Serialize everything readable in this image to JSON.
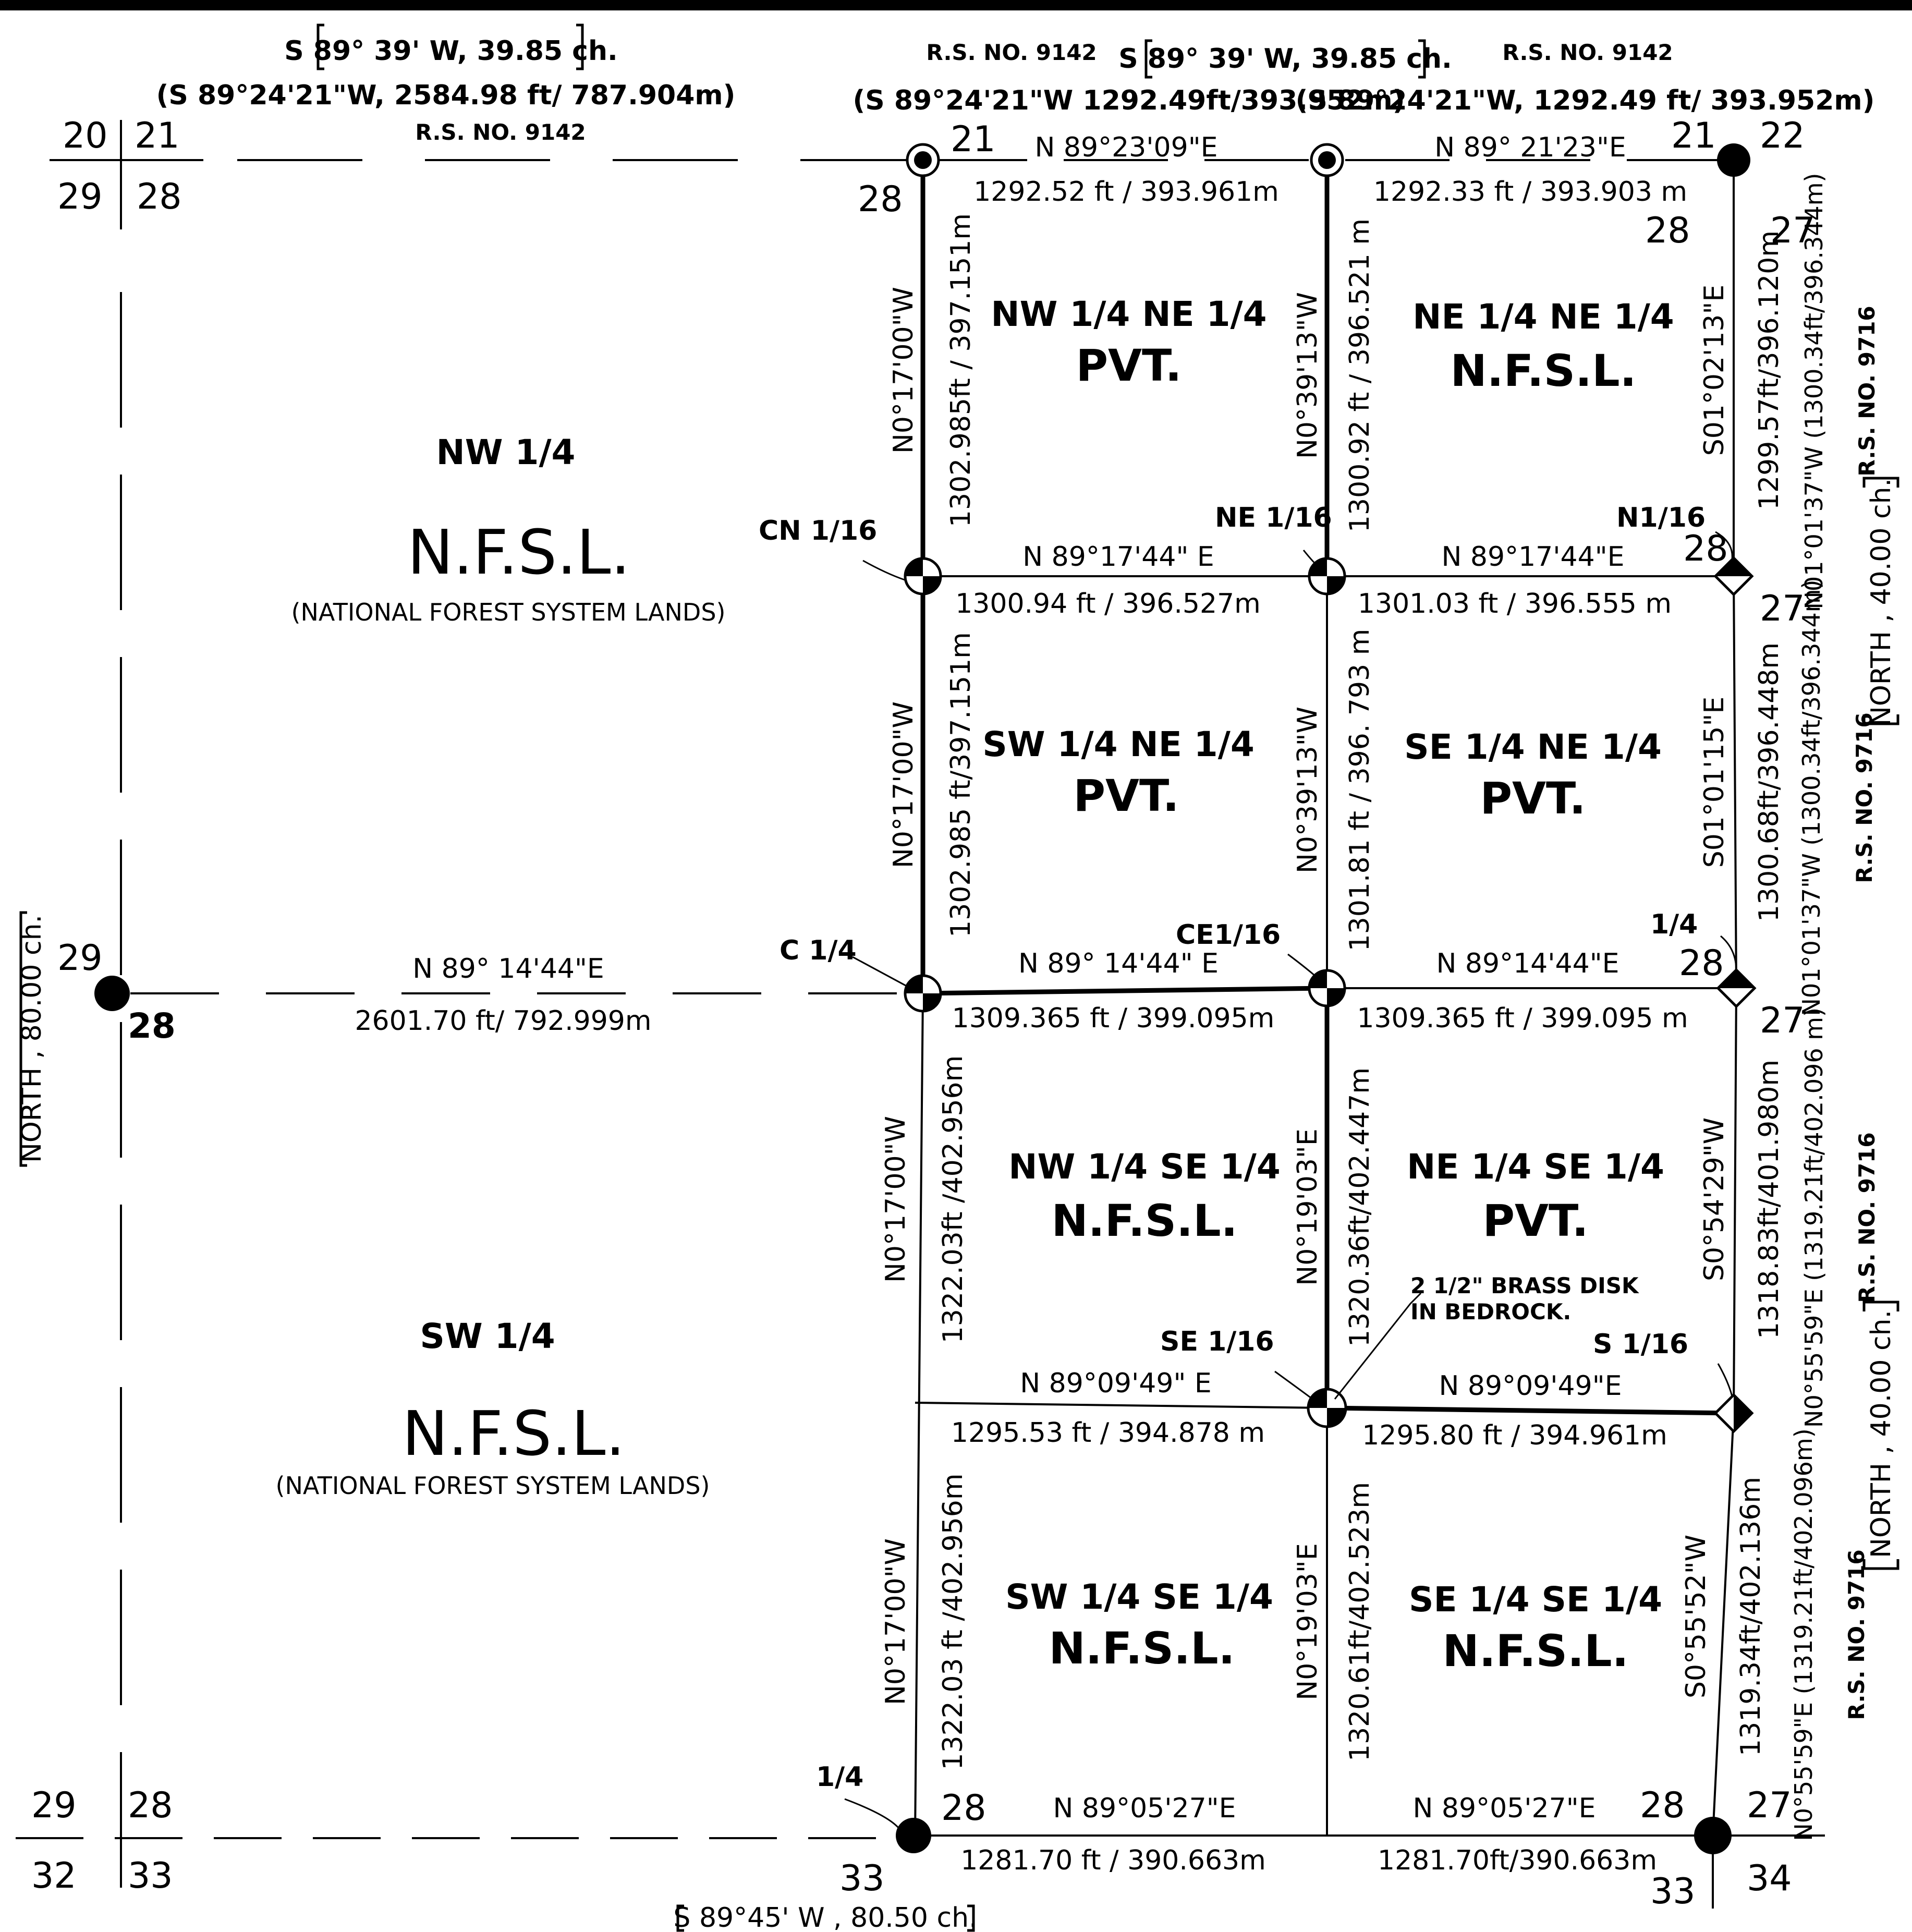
{
  "record_top": {
    "left_bracket": "S 89° 39' W,  39.85 ch.",
    "left_paren": "(S 89°24'21\"W, 2584.98 ft/ 787.904m)",
    "left_rs": "R.S. NO. 9142",
    "mid_rs": "R.S. NO. 9142",
    "mid_bracket": "S 89° 39' W,  39.85 ch.",
    "mid_paren": "(S 89°24'21\"W 1292.49ft/393.952m)",
    "right_rs": "R.S. NO. 9142",
    "right_paren": "(S 89°24'21\"W, 1292.49 ft/ 393.952m)"
  },
  "record_east": {
    "east_upper": {
      "paren": "N01°01'37\"W (1300.34ft/396.344m)",
      "rs": "R.S. NO. 9716"
    },
    "east_upper2": {
      "paren": "N01°01'37\"W (1300.34ft/396.344m)",
      "rs": "R.S. NO. 9716"
    },
    "east_north_upper": "NORTH ,  40.00 ch.",
    "east_lower": {
      "paren": "N0°55'59\"E (1319.21ft/402.096 m)",
      "rs": "R.S. NO. 9716"
    },
    "east_lower2": {
      "paren": "N0°55'59\"E (1319.21ft/402.096m)",
      "rs": "R.S. NO. 9716"
    },
    "east_north_lower": "NORTH ,  40.00 ch."
  },
  "record_west": {
    "north": "NORTH , 80.00 ch."
  },
  "record_bottom": {
    "bracket": "S 89°45' W ,  80.50 ch."
  },
  "section_numbers": {
    "nw_corner": [
      "20",
      "21",
      "29",
      "28"
    ],
    "sw_corner": [
      "29",
      "28",
      "32",
      "33"
    ],
    "top_mid_21": "21",
    "top_mid_28": "28",
    "ne_21": "21",
    "ne_22": "22",
    "ne_28": "28",
    "ne_27": "27",
    "w_quarter_29": "29",
    "w_quarter_28": "28",
    "n116_28": "28",
    "n116_27": "27",
    "e14_28": "28",
    "e14_27": "27",
    "s_quarter_28": "28",
    "s_quarter_33": "33",
    "se_28": "28",
    "se_27": "27",
    "se_33": "33",
    "se_34": "34"
  },
  "corner_labels": {
    "cn116": "CN 1/16",
    "ne116": "NE 1/16",
    "n116": "N1/16",
    "c14": "C 1/4",
    "ce116": "CE1/16",
    "e14": "1/4",
    "se116": "SE 1/16",
    "s116": "S 1/16",
    "s14": "1/4",
    "brass_disk": [
      "2 1/2\" BRASS DISK",
      "IN  BEDROCK."
    ]
  },
  "parcels": {
    "nw14": {
      "name": "NW 1/4",
      "status": "N.F.S.L.",
      "note": "(NATIONAL  FOREST  SYSTEM  LANDS)"
    },
    "sw14": {
      "name": "SW 1/4",
      "status": "N.F.S.L.",
      "note": "(NATIONAL  FOREST  SYSTEM  LANDS)"
    },
    "nwne": {
      "name": "NW 1/4  NE 1/4",
      "status": "PVT."
    },
    "nene": {
      "name": "NE 1/4  NE 1/4",
      "status": "N.F.S.L."
    },
    "swne": {
      "name": "SW 1/4  NE 1/4",
      "status": "PVT."
    },
    "sene": {
      "name": "SE 1/4  NE 1/4",
      "status": "PVT."
    },
    "nwse": {
      "name": "NW 1/4  SE 1/4",
      "status": "N.F.S.L."
    },
    "nese": {
      "name": "NE 1/4  SE 1/4",
      "status": "PVT."
    },
    "swse": {
      "name": "SW 1/4  SE 1/4",
      "status": "N.F.S.L."
    },
    "sese": {
      "name": "SE 1/4  SE 1/4",
      "status": "N.F.S.L."
    }
  },
  "courses": {
    "north_line_w": {
      "bearing": "N 89°23'09\"E",
      "dist": "1292.52 ft / 393.961m"
    },
    "north_line_e": {
      "bearing": "N 89° 21'23\"E",
      "dist": "1292.33 ft / 393.903 m"
    },
    "n116_line_w": {
      "bearing": "N 89°17'44\" E",
      "dist": "1300.94 ft / 396.527m"
    },
    "n116_line_e": {
      "bearing": "N 89°17'44\"E",
      "dist": "1301.03 ft / 396.555 m"
    },
    "quarter_line_w": {
      "bearing": "N 89° 14'44\"E",
      "dist": "2601.70 ft/ 792.999m"
    },
    "quarter_line_c": {
      "bearing": "N 89° 14'44\" E",
      "dist": "1309.365 ft / 399.095m"
    },
    "quarter_line_e": {
      "bearing": "N 89°14'44\"E",
      "dist": "1309.365 ft / 399.095 m"
    },
    "s116_line_w": {
      "bearing": "N 89°09'49\" E",
      "dist": "1295.53 ft / 394.878 m"
    },
    "s116_line_e": {
      "bearing": "N 89°09'49\"E",
      "dist": "1295.80 ft / 394.961m"
    },
    "south_line_w": {
      "bearing": "N 89°05'27\"E",
      "dist": "1281.70 ft / 390.663m"
    },
    "south_line_e": {
      "bearing": "N 89°05'27\"E",
      "dist": "1281.70ft/390.663m"
    },
    "v1_seg1": {
      "bearing": "N0°17'00\"W",
      "dist": "1302.985ft / 397.151m"
    },
    "v1_seg2": {
      "bearing": "N0°17'00\"W",
      "dist": "1302.985 ft/397.151m"
    },
    "v1_seg3": {
      "bearing": "N0°17'00\"W",
      "dist": "1322.03ft /402.956m"
    },
    "v1_seg4": {
      "bearing": "N0°17'00\"W",
      "dist": "1322.03 ft /402.956m"
    },
    "v2_seg1": {
      "bearing": "N0°39'13\"W",
      "dist": "1300.92 ft / 396.521 m"
    },
    "v2_seg2": {
      "bearing": "N0°39'13\"W",
      "dist": "1301.81 ft / 396. 793 m"
    },
    "v2_seg3": {
      "bearing": "N0°19'03\"E",
      "dist": "1320.36ft/402.447m"
    },
    "v2_seg4": {
      "bearing": "N0°19'03\"E",
      "dist": "1320.61ft/402.523m"
    },
    "v3_seg1": {
      "bearing": "S01°02'13\"E",
      "dist": "1299.57ft/396.120m"
    },
    "v3_seg2": {
      "bearing": "S01°01'15\"E",
      "dist": "1300.68ft/396.448m"
    },
    "v3_seg3": {
      "bearing": "S0°54'29\"W",
      "dist": "1318.83ft/401.980m"
    },
    "v3_seg4": {
      "bearing": "S0°55'52\"W",
      "dist": "1319.34ft/402.136m"
    }
  }
}
